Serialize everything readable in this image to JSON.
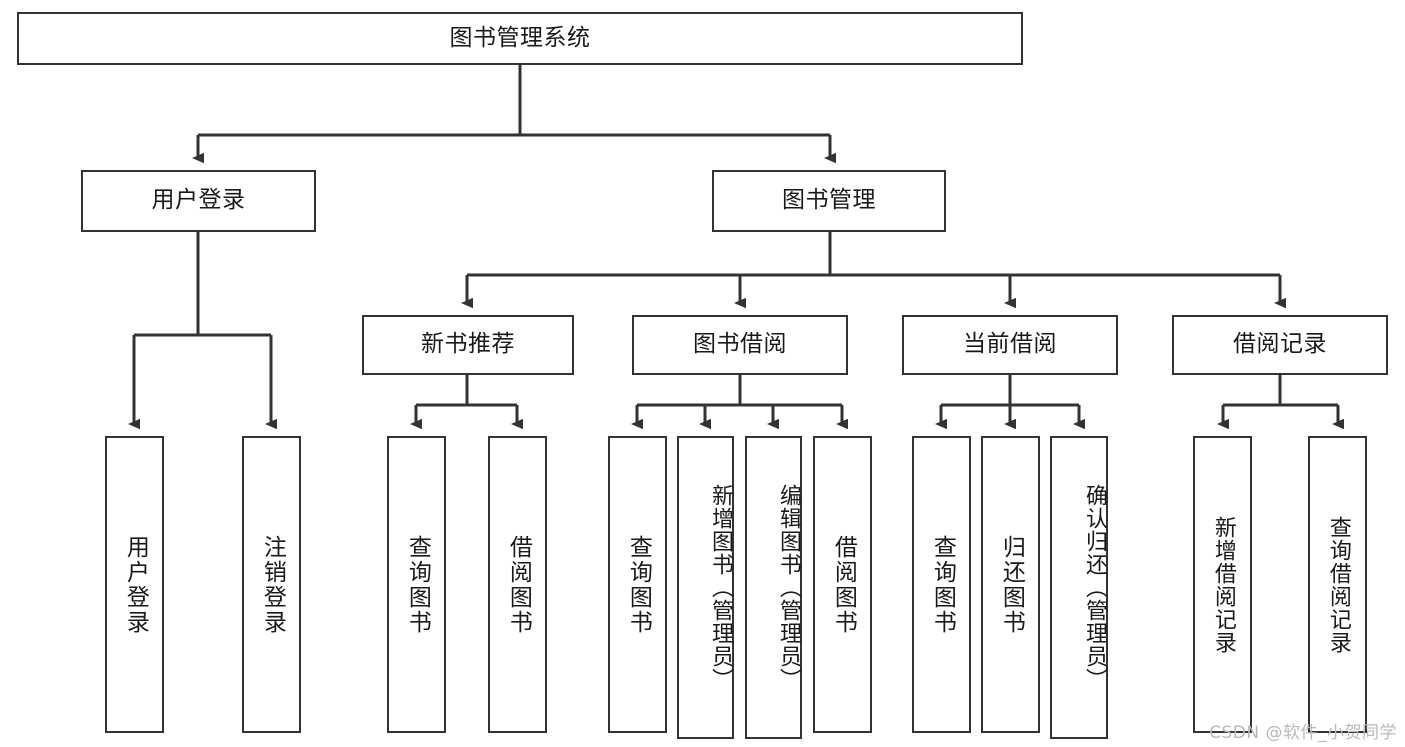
{
  "diagram": {
    "title": "图书管理系统",
    "watermark": "CSDN @软件_小贺同学",
    "colors": {
      "box_border": "#333333",
      "box_fill": "#ffffff",
      "connector": "#333333",
      "text": "#1a1a1a",
      "watermark": "#b9b9b9"
    },
    "levels": {
      "root": {
        "label": "图书管理系统"
      },
      "level2": [
        {
          "id": "user-login",
          "label": "用户登录"
        },
        {
          "id": "book-manage",
          "label": "图书管理"
        }
      ],
      "level3": [
        {
          "id": "new-book-recommend",
          "label": "新书推荐",
          "parent": "book-manage"
        },
        {
          "id": "book-borrow",
          "label": "图书借阅",
          "parent": "book-manage"
        },
        {
          "id": "current-borrow",
          "label": "当前借阅",
          "parent": "book-manage"
        },
        {
          "id": "borrow-record",
          "label": "借阅记录",
          "parent": "book-manage"
        }
      ],
      "leaves": [
        {
          "id": "leaf-user-login",
          "label": "用户登录",
          "parent": "user-login"
        },
        {
          "id": "leaf-logout-login",
          "label": "注销登录",
          "parent": "user-login"
        },
        {
          "id": "leaf-query-book-1",
          "label": "查询图书",
          "parent": "new-book-recommend"
        },
        {
          "id": "leaf-borrow-book-1",
          "label": "借阅图书",
          "parent": "new-book-recommend"
        },
        {
          "id": "leaf-query-book-2",
          "label": "查询图书",
          "parent": "book-borrow"
        },
        {
          "id": "leaf-add-book",
          "label": "新增图书（管理员）",
          "parent": "book-borrow"
        },
        {
          "id": "leaf-edit-book",
          "label": "编辑图书（管理员）",
          "parent": "book-borrow"
        },
        {
          "id": "leaf-borrow-book-2",
          "label": "借阅图书",
          "parent": "book-borrow"
        },
        {
          "id": "leaf-query-book-3",
          "label": "查询图书",
          "parent": "current-borrow"
        },
        {
          "id": "leaf-return-book",
          "label": "归还图书",
          "parent": "current-borrow"
        },
        {
          "id": "leaf-confirm-return",
          "label": "确认归还（管理员）",
          "parent": "current-borrow"
        },
        {
          "id": "leaf-add-record",
          "label": "新增借阅记录",
          "parent": "borrow-record"
        },
        {
          "id": "leaf-query-record",
          "label": "查询借阅记录",
          "parent": "borrow-record"
        }
      ]
    }
  }
}
